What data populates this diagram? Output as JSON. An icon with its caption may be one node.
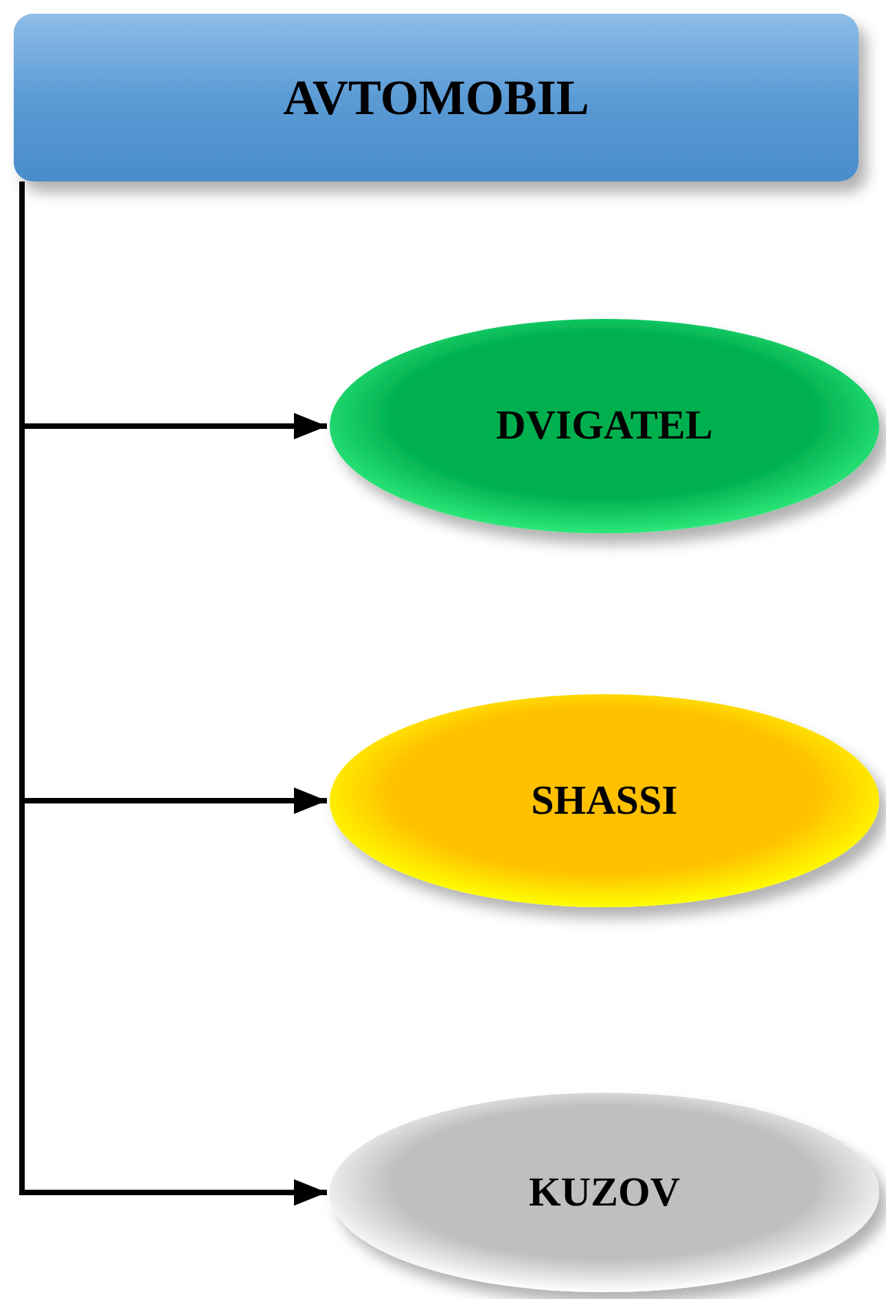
{
  "diagram": {
    "nodes": [
      {
        "text": [
          "AVTOMOBIL"
        ]
      },
      {
        "text": [
          "DVIGATEL"
        ]
      },
      {
        "text": [
          "SHASSI"
        ]
      },
      {
        "text": [
          "KUZOV"
        ]
      }
    ],
    "edges": [
      {
        "from": 0,
        "to": 1,
        "arrow": "to"
      },
      {
        "from": 0,
        "to": 2,
        "arrow": "to"
      },
      {
        "from": 0,
        "to": 3,
        "arrow": "to"
      }
    ]
  }
}
